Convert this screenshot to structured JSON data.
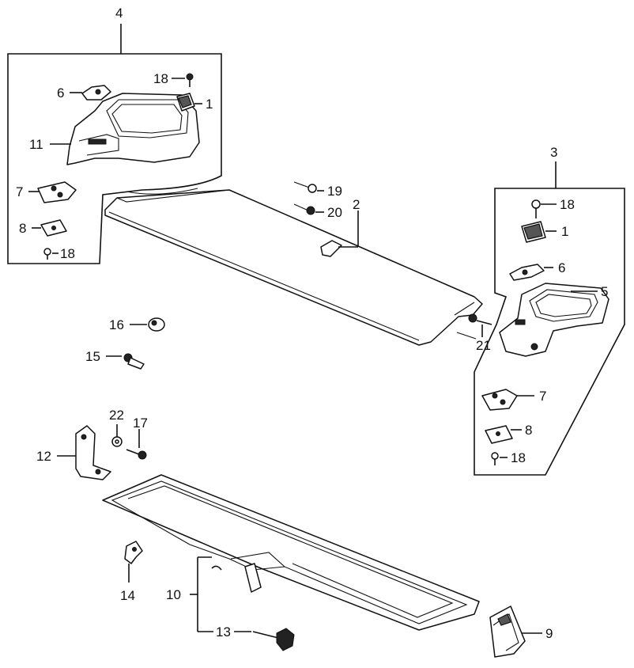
{
  "labels": {
    "l4": "4",
    "l3": "3",
    "l2": "2",
    "l1a": "1",
    "l1b": "1",
    "l5": "5",
    "l6a": "6",
    "l6b": "6",
    "l7a": "7",
    "l7b": "7",
    "l8a": "8",
    "l8b": "8",
    "l9": "9",
    "l10": "10",
    "l11": "11",
    "l12": "12",
    "l13": "13",
    "l14": "14",
    "l15": "15",
    "l16": "16",
    "l17": "17",
    "l18a": "18",
    "l18b": "18",
    "l18c": "18",
    "l18d": "18",
    "l19": "19",
    "l20": "20",
    "l21": "21",
    "l22": "22"
  }
}
